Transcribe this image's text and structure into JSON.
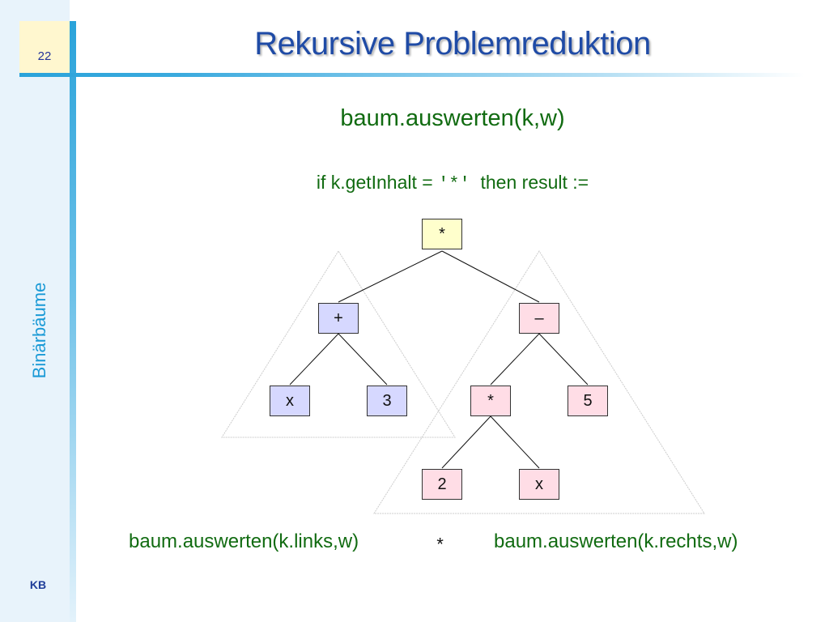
{
  "slide": {
    "page_number": "22",
    "title": "Rekursive Problemreduktion",
    "section": "Binärbäume",
    "footer": "KB"
  },
  "content": {
    "heading": "baum.auswerten(k,w)",
    "if_prefix": "if k.getInhalt = ",
    "if_code": "'*'",
    "if_suffix": "  then result :=",
    "left_call": "baum.auswerten(k.links,w)",
    "operator": "*",
    "right_call": "baum.auswerten(k.rechts,w)"
  },
  "tree": {
    "root": "*",
    "left": {
      "label": "+",
      "children": [
        "x",
        "3"
      ]
    },
    "right": {
      "label": "–",
      "left": {
        "label": "*",
        "children": [
          "2",
          "x"
        ]
      },
      "right": "5"
    }
  }
}
